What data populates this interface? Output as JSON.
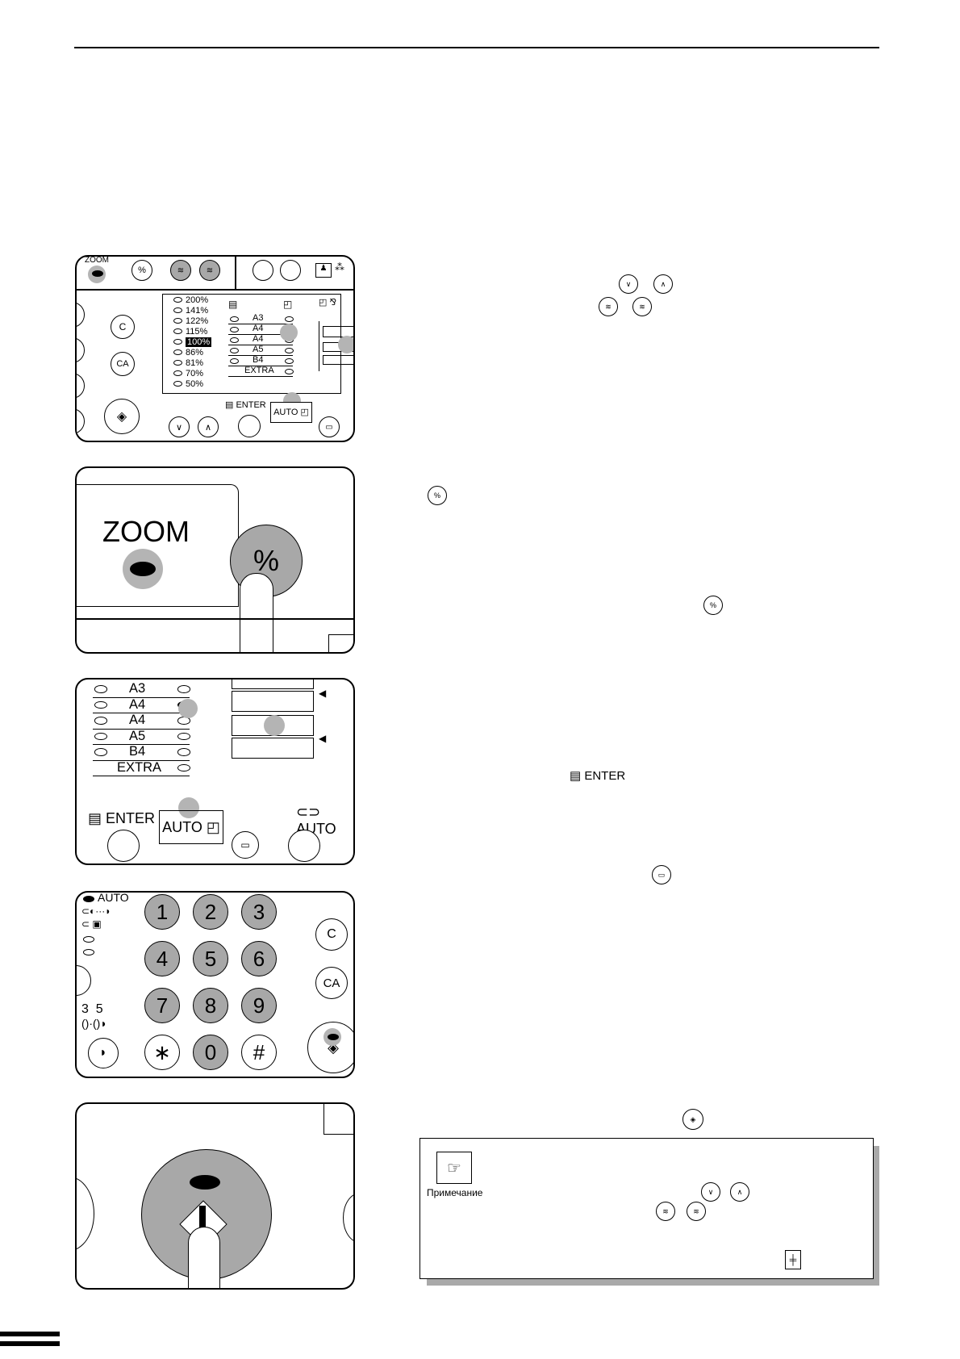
{
  "panel1": {
    "zoom_label": "ZOOM",
    "percent_label": "%",
    "c_label": "C",
    "ca_label": "CA",
    "ratios": [
      "200%",
      "141%",
      "122%",
      "115%",
      "100%",
      "86%",
      "81%",
      "70%",
      "50%"
    ],
    "selected_ratio": "100%",
    "paper_sizes": [
      "A3",
      "A4",
      "A4",
      "A5",
      "B4",
      "EXTRA"
    ],
    "enter_label": "ENTER",
    "auto_label": "AUTO"
  },
  "panel2": {
    "zoom_label": "ZOOM",
    "percent_label": "%"
  },
  "panel3": {
    "paper_sizes": [
      "A3",
      "A4",
      "A4",
      "A5",
      "B4",
      "EXTRA"
    ],
    "enter_label": "ENTER",
    "auto_button_label": "AUTO",
    "auto_lamp_label": "AUTO"
  },
  "panel4": {
    "auto_label": "AUTO",
    "keys": [
      "1",
      "2",
      "3",
      "4",
      "5",
      "6",
      "7",
      "8",
      "9",
      "∗",
      "0",
      "#"
    ],
    "c_label": "C",
    "ca_label": "CA",
    "exposure_numbers": "3  5"
  },
  "text_icons": {
    "percent": "%",
    "enter": "ENTER"
  },
  "note": {
    "label": "Примечание"
  }
}
